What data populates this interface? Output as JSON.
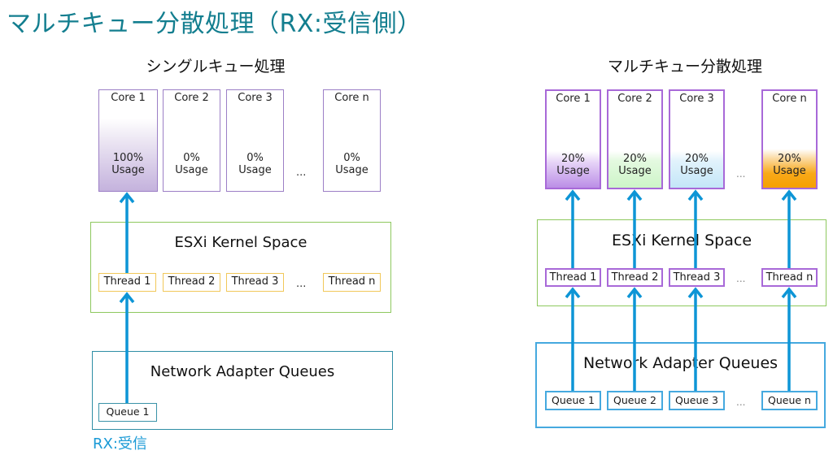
{
  "title": "マルチキュー分散処理（RX:受信側）",
  "single_queue": {
    "subtitle": "シングルキュー処理",
    "cores": [
      {
        "name": "Core 1",
        "usage_percent": "100%",
        "usage_label": "Usage"
      },
      {
        "name": "Core 2",
        "usage_percent": "0%",
        "usage_label": "Usage"
      },
      {
        "name": "Core 3",
        "usage_percent": "0%",
        "usage_label": "Usage"
      },
      {
        "name": "Core n",
        "usage_percent": "0%",
        "usage_label": "Usage"
      }
    ],
    "ellipsis": "...",
    "kernel_label": "ESXi Kernel Space",
    "threads": [
      "Thread 1",
      "Thread 2",
      "Thread 3",
      "Thread n"
    ],
    "adapter_label": "Network Adapter Queues",
    "queues": [
      "Queue 1"
    ],
    "footer": "RX:受信"
  },
  "multi_queue": {
    "subtitle": "マルチキュー分散処理",
    "cores": [
      {
        "name": "Core 1",
        "usage_percent": "20%",
        "usage_label": "Usage",
        "color": "#bb8ee6"
      },
      {
        "name": "Core 2",
        "usage_percent": "20%",
        "usage_label": "Usage",
        "color": "#cdf5c8"
      },
      {
        "name": "Core 3",
        "usage_percent": "20%",
        "usage_label": "Usage",
        "color": "#c3e6f8"
      },
      {
        "name": "Core n",
        "usage_percent": "20%",
        "usage_label": "Usage",
        "color": "#f5a000"
      }
    ],
    "ellipsis": "...",
    "kernel_label": "ESXi Kernel Space",
    "threads": [
      "Thread 1",
      "Thread 2",
      "Thread 3",
      "Thread n"
    ],
    "adapter_label": "Network Adapter Queues",
    "queues": [
      "Queue 1",
      "Queue 2",
      "Queue 3",
      "Queue n"
    ]
  },
  "colors": {
    "title": "#137e8f",
    "arrow": "#0d95d6",
    "kernel_border": "#8ec85e",
    "single_thread_border": "#f1c85a",
    "multi_thread_border": "#a869d8",
    "core_border": "#9c7fc6",
    "rx_label": "#1a9ad6"
  }
}
